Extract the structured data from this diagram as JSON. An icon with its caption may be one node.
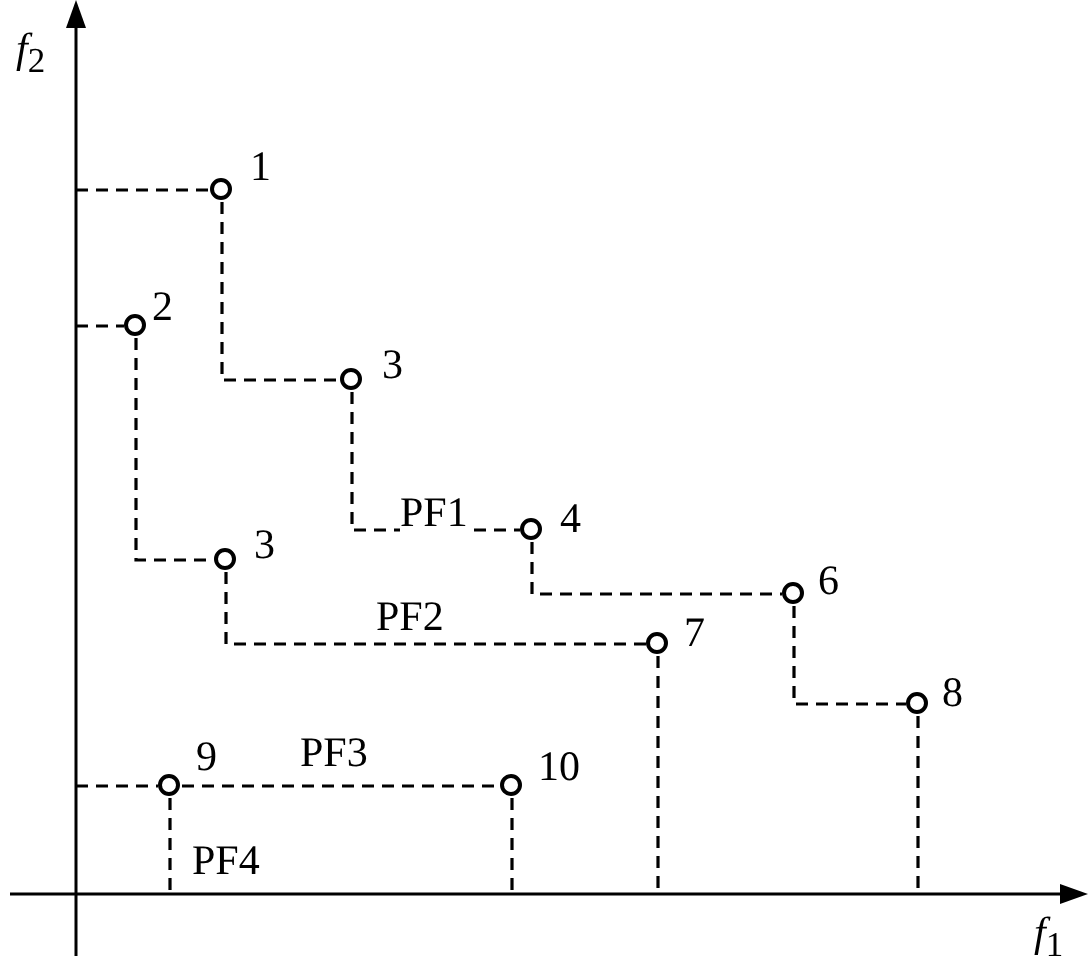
{
  "diagram": {
    "nodes": [
      {
        "text": [],
        "shape": "circle",
        "beside": [
          "1"
        ]
      },
      {
        "text": [],
        "shape": "circle",
        "beside": [
          "2"
        ]
      },
      {
        "text": [],
        "shape": "circle",
        "beside": [
          "3"
        ]
      },
      {
        "text": [],
        "shape": "circle",
        "beside": [
          "3"
        ]
      },
      {
        "text": [],
        "shape": "circle",
        "beside": [
          "4"
        ]
      },
      {
        "text": [],
        "shape": "circle",
        "beside": [
          "6"
        ]
      },
      {
        "text": [],
        "shape": "circle",
        "beside": [
          "7"
        ]
      },
      {
        "text": [],
        "shape": "circle",
        "beside": [
          "8"
        ]
      },
      {
        "text": [],
        "shape": "circle",
        "beside": [
          "9"
        ]
      },
      {
        "text": [],
        "shape": "circle",
        "beside": [
          "10"
        ]
      }
    ],
    "edges": [
      {
        "from": null,
        "to": 0,
        "arrow": "none",
        "style": "dashed"
      },
      {
        "from": 0,
        "to": 2,
        "arrow": "none",
        "style": "dashed"
      },
      {
        "from": 2,
        "to": 4,
        "arrow": "none",
        "style": "dashed"
      },
      {
        "from": 4,
        "to": 5,
        "arrow": "none",
        "style": "dashed"
      },
      {
        "from": 5,
        "to": 7,
        "arrow": "none",
        "style": "dashed"
      },
      {
        "from": 7,
        "to": null,
        "arrow": "none",
        "style": "dashed"
      },
      {
        "from": null,
        "to": 1,
        "arrow": "none",
        "style": "dashed"
      },
      {
        "from": 1,
        "to": 3,
        "arrow": "none",
        "style": "dashed"
      },
      {
        "from": 3,
        "to": 6,
        "arrow": "none",
        "style": "dashed"
      },
      {
        "from": 6,
        "to": null,
        "arrow": "none",
        "style": "dashed"
      },
      {
        "from": null,
        "to": 8,
        "arrow": "none",
        "style": "dashed"
      },
      {
        "from": 8,
        "to": 9,
        "arrow": "none",
        "style": "dashed"
      },
      {
        "from": 9,
        "to": null,
        "arrow": "none",
        "style": "dashed"
      },
      {
        "from": 8,
        "to": null,
        "arrow": "none",
        "style": "dashed"
      }
    ],
    "labels": [
      "*f*$_{2}$",
      "PF1",
      "PF2",
      "PF3",
      "PF4",
      "*f*$_{1}$"
    ]
  }
}
